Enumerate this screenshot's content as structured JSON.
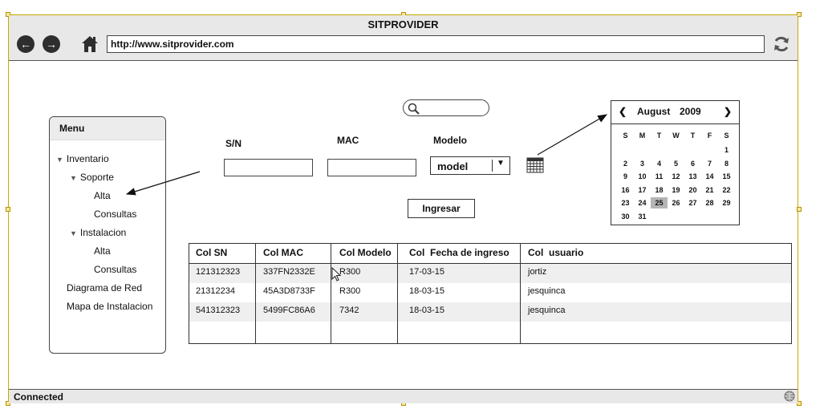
{
  "window": {
    "title": "SITPROVIDER",
    "url": "http://www.sitprovider.com",
    "status": "Connected",
    "icons": [
      "back-icon",
      "forward-icon",
      "home-icon",
      "refresh-icon",
      "globe-icon"
    ]
  },
  "menu": {
    "title": "Menu",
    "items": [
      {
        "label": "Inventario"
      },
      {
        "label": "Soporte"
      },
      {
        "label": "Alta"
      },
      {
        "label": "Consultas"
      },
      {
        "label": "Instalacion"
      },
      {
        "label": "Alta"
      },
      {
        "label": "Consultas"
      },
      {
        "label": "Diagrama de Red"
      },
      {
        "label": "Mapa de Instalacion"
      }
    ]
  },
  "form": {
    "sn_label": "S/N",
    "mac_label": "MAC",
    "modelo_label": "Modelo",
    "modelo_value": "model",
    "sn_value": "",
    "mac_value": "",
    "search_value": "",
    "submit_label": "Ingresar"
  },
  "calendar": {
    "month": "August",
    "year": "2009",
    "weekdays": [
      "S",
      "M",
      "T",
      "W",
      "T",
      "F",
      "S"
    ],
    "weeks": [
      [
        "",
        "",
        "",
        "",
        "",
        "",
        "1"
      ],
      [
        "2",
        "3",
        "4",
        "5",
        "6",
        "7",
        "8"
      ],
      [
        "9",
        "10",
        "11",
        "12",
        "13",
        "14",
        "15"
      ],
      [
        "16",
        "17",
        "18",
        "19",
        "20",
        "21",
        "22"
      ],
      [
        "23",
        "24",
        "25",
        "26",
        "27",
        "28",
        "29"
      ],
      [
        "30",
        "31",
        "",
        "",
        "",
        "",
        ""
      ]
    ],
    "selected": "25"
  },
  "table": {
    "headers": [
      "Col SN",
      "Col MAC",
      "Col Modelo",
      "Col  Fecha de ingreso",
      "Col  usuario"
    ],
    "rows": [
      [
        "121312323",
        "337FN2332E",
        "R300",
        "17-03-15",
        "jortiz"
      ],
      [
        "21312234",
        "45A3D8733F",
        "R300",
        "18-03-15",
        "jesquinca"
      ],
      [
        "541312323",
        "5499FC86A6",
        "7342",
        "18-03-15",
        "jesquinca"
      ]
    ]
  }
}
